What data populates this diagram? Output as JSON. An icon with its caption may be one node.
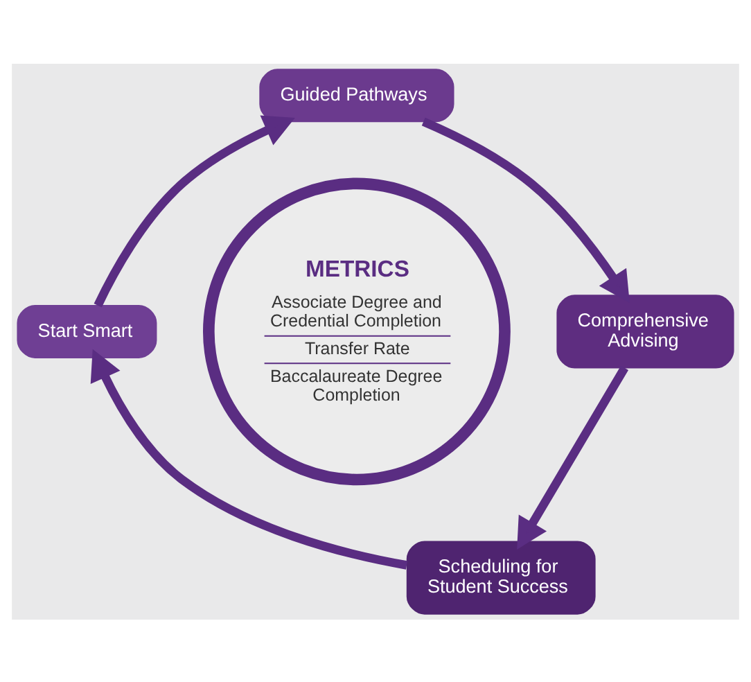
{
  "diagram": {
    "nodes": [
      {
        "text": [
          "Guided Pathways"
        ]
      },
      {
        "text": [
          "Comprehensive Advising"
        ]
      },
      {
        "text": [
          "Scheduling for Student Success"
        ]
      },
      {
        "text": [
          "Start Smart"
        ]
      },
      {
        "text": [
          "METRICS",
          "Associate Degree and Credential Completion",
          "Transfer Rate",
          "Baccalaureate Degree Completion"
        ]
      }
    ],
    "edges": [
      {
        "from": 0,
        "to": 1,
        "arrow": "to"
      },
      {
        "from": 1,
        "to": 2,
        "arrow": "to"
      },
      {
        "from": 2,
        "to": 3,
        "arrow": "to"
      },
      {
        "from": 3,
        "to": 0,
        "arrow": "to"
      }
    ]
  }
}
